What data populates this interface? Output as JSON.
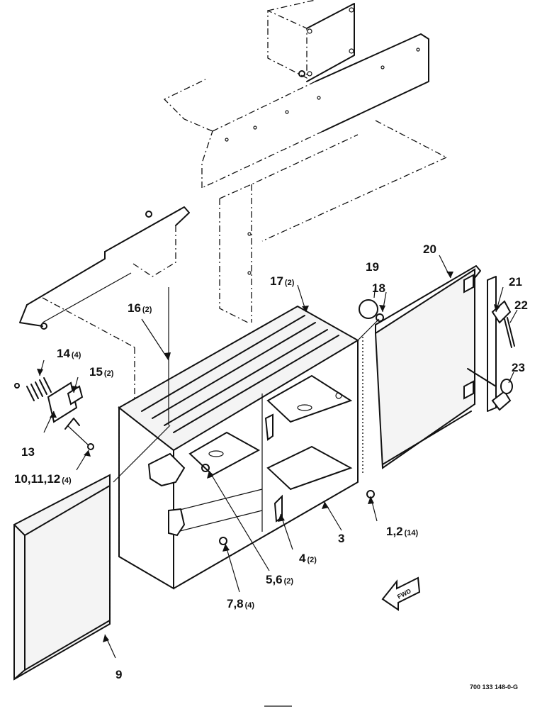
{
  "labels": {
    "l1": {
      "num": "1,2",
      "qty": "(14)"
    },
    "l3": {
      "num": "3",
      "qty": ""
    },
    "l4": {
      "num": "4",
      "qty": "(2)"
    },
    "l5": {
      "num": "5,6",
      "qty": "(2)"
    },
    "l7": {
      "num": "7,8",
      "qty": "(4)"
    },
    "l9": {
      "num": "9",
      "qty": ""
    },
    "l10": {
      "num": "10,11,12",
      "qty": "(4)"
    },
    "l13": {
      "num": "13",
      "qty": ""
    },
    "l14": {
      "num": "14",
      "qty": "(4)"
    },
    "l15": {
      "num": "15",
      "qty": "(2)"
    },
    "l16": {
      "num": "16",
      "qty": "(2)"
    },
    "l17": {
      "num": "17",
      "qty": "(2)"
    },
    "l18": {
      "num": "18",
      "qty": ""
    },
    "l19": {
      "num": "19",
      "qty": ""
    },
    "l20": {
      "num": "20",
      "qty": ""
    },
    "l21": {
      "num": "21",
      "qty": ""
    },
    "l22": {
      "num": "22",
      "qty": ""
    },
    "l23": {
      "num": "23",
      "qty": ""
    }
  },
  "fwd_label": "FWD",
  "drawing_number": "700 133 148-0-G",
  "colors": {
    "ink": "#111111",
    "paper": "#ffffff"
  }
}
